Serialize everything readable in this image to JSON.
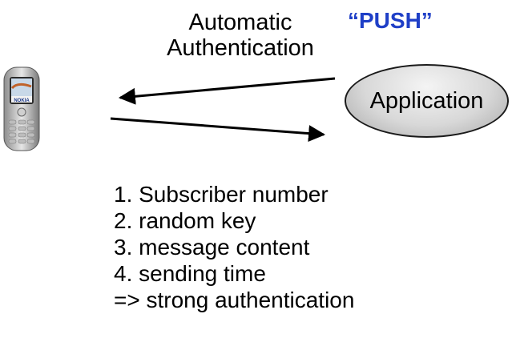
{
  "diagram": {
    "title_lines": [
      "Automatic",
      "Authentication"
    ],
    "push_label": "“PUSH”",
    "application_label": "Application",
    "phone_brand": "NOKIA",
    "list_items": [
      "1. Subscriber number",
      "2. random key",
      "3. message content",
      "4. sending time",
      "=> strong authentication"
    ]
  },
  "colors": {
    "push_text": "#1f3fc7",
    "arrow": "#000000",
    "application_fill": "#d8d8d8"
  },
  "icons": [
    "mobile-phone-icon"
  ]
}
